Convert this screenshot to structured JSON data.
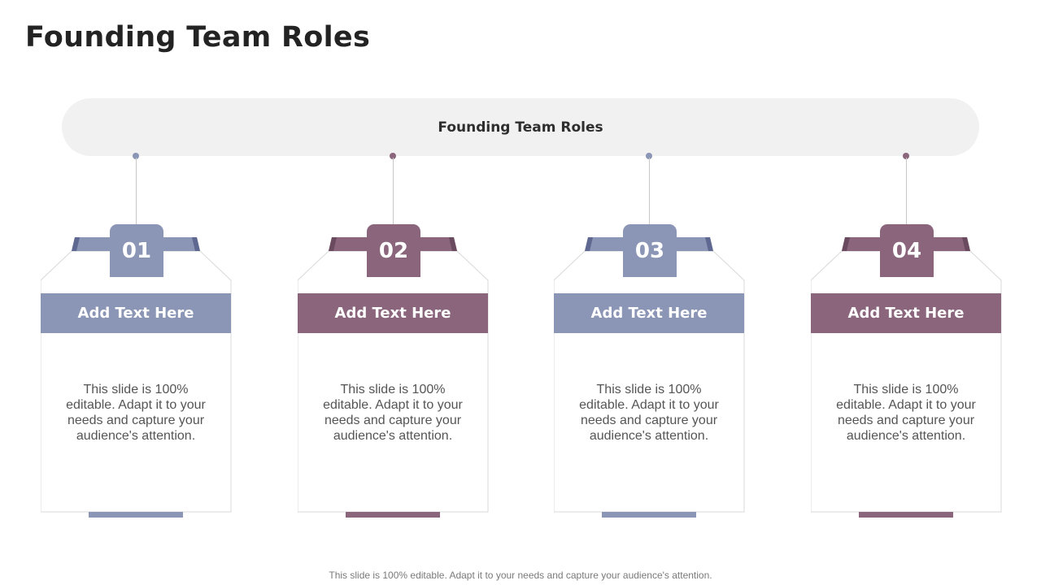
{
  "slide": {
    "title": "Founding Team Roles",
    "banner_label": "Founding Team Roles",
    "footer_note": "This slide is 100% editable. Adapt it to your needs and capture your audience's attention."
  },
  "colors": {
    "blue": "#8b95b5",
    "blue_dark": "#5e6890",
    "mauve": "#8a657c",
    "mauve_dark": "#6a4a5e",
    "banner_bg": "#f1f1f1"
  },
  "cards": [
    {
      "number": "01",
      "heading": "Add Text Here",
      "body": "This slide is 100% editable. Adapt it to your needs and capture your audience's attention.",
      "accent": "blue"
    },
    {
      "number": "02",
      "heading": "Add Text Here",
      "body": "This slide is 100% editable. Adapt it to your needs and capture your audience's attention.",
      "accent": "mauve"
    },
    {
      "number": "03",
      "heading": "Add Text Here",
      "body": "This slide is 100% editable. Adapt it to your needs and capture your audience's attention.",
      "accent": "blue"
    },
    {
      "number": "04",
      "heading": "Add Text Here",
      "body": "This slide is 100% editable. Adapt it to your needs and capture your audience's attention.",
      "accent": "mauve"
    }
  ]
}
